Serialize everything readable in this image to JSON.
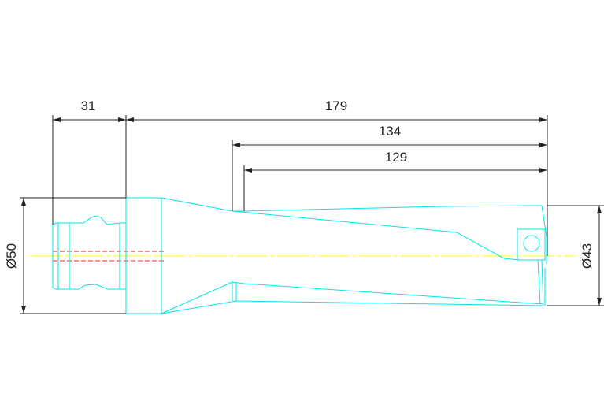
{
  "drawing": {
    "dimensions": {
      "shank_length": "31",
      "overall_length": "179",
      "body_length": "134",
      "flute_length": "129",
      "shank_diameter": "Ø50",
      "cutting_diameter": "Ø43"
    },
    "colors": {
      "outline": "#00e5ee",
      "dimension": "#222222",
      "centerline": "#ffff00",
      "hidden_line": "#ff2020"
    }
  }
}
